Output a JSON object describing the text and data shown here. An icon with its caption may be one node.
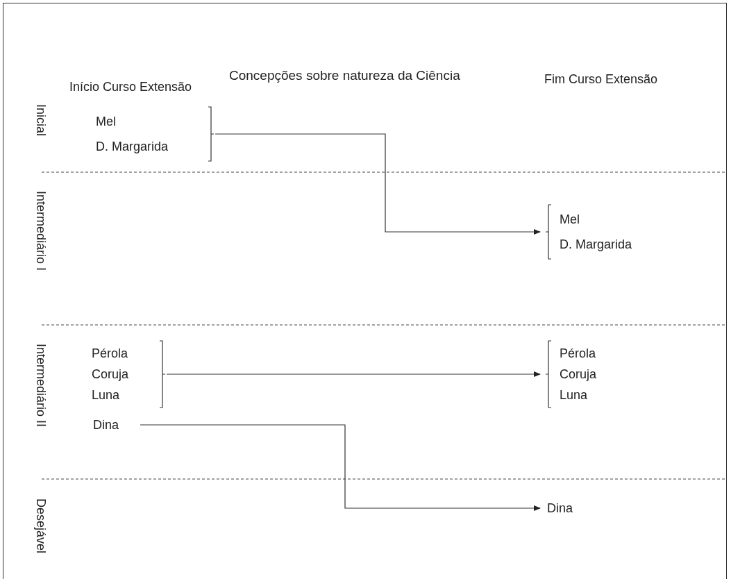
{
  "diagram": {
    "title": "Concepções sobre natureza da Ciência",
    "nodes": [
      {
        "text": [
          "Mel",
          "D. Margarida"
        ]
      },
      {
        "text": [
          "Mel",
          "D. Margarida"
        ]
      },
      {
        "text": [
          "Pérola",
          "Coruja",
          "Luna"
        ]
      },
      {
        "text": [
          "Pérola",
          "Coruja",
          "Luna"
        ]
      },
      {
        "text": [
          "Dina"
        ]
      },
      {
        "text": [
          "Dina"
        ]
      }
    ],
    "edges": [
      {
        "from": 0,
        "to": 1,
        "arrow": "to"
      },
      {
        "from": 2,
        "to": 3,
        "arrow": "to"
      },
      {
        "from": 4,
        "to": 5,
        "arrow": "to"
      }
    ],
    "labels": [
      "Início Curso Extensão",
      "Fim Curso Extensão",
      "Inicial",
      "Intermediário I",
      "Intermediário II",
      "Desejável"
    ]
  }
}
